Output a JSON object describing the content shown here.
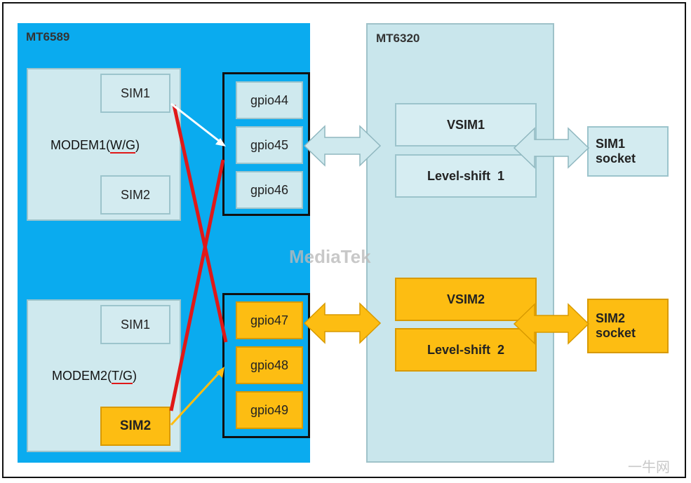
{
  "mt6589": {
    "title": "MT6589"
  },
  "mt6320": {
    "title": "MT6320"
  },
  "modem1": {
    "label_prefix": "MODEM1(",
    "label_underlined": "W/G",
    "label_suffix": ")",
    "sim1": "SIM1",
    "sim2": "SIM2"
  },
  "modem2": {
    "label_prefix": "MODEM2(",
    "label_underlined": "T/G",
    "label_suffix": ")",
    "sim1": "SIM1",
    "sim2": "SIM2"
  },
  "gpio_top": [
    "gpio44",
    "gpio45",
    "gpio46"
  ],
  "gpio_bottom": [
    "gpio47",
    "gpio48",
    "gpio49"
  ],
  "vsim1": "VSIM1",
  "levelshift1": "Level-shift  1",
  "vsim2": "VSIM2",
  "levelshift2": "Level-shift  2",
  "sim1_socket": [
    "SIM1",
    "socket"
  ],
  "sim2_socket": [
    "SIM2",
    "socket"
  ],
  "watermark": "MediaTek",
  "corner_mark": "一牛网",
  "colors": {
    "mt6589_bg": "#0aabef",
    "mt6320_bg": "#c9e6ec",
    "gold": "#fdbd12",
    "light": "#cfe9ee",
    "cross_line": "#e01818"
  }
}
